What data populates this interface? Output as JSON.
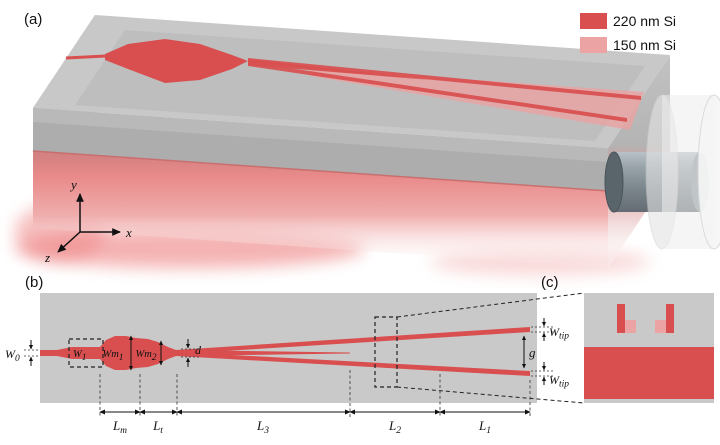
{
  "panels": {
    "a": "(a)",
    "b": "(b)",
    "c": "(c)"
  },
  "legend": {
    "items": [
      {
        "label": "220 nm Si",
        "color": "#d94f4f"
      },
      {
        "label": "150 nm Si",
        "color": "#eba3a3"
      }
    ]
  },
  "axes": {
    "x": "x",
    "y": "y",
    "z": "z"
  },
  "dims": {
    "w0": {
      "main": "W",
      "sub": "0"
    },
    "w1": {
      "main": "W",
      "sub": "1"
    },
    "wm1": {
      "main": "Wm",
      "sub": "1"
    },
    "wm2": {
      "main": "Wm",
      "sub": "2"
    },
    "d": {
      "main": "d"
    },
    "g": {
      "main": "g"
    },
    "wtip_top": {
      "main": "W",
      "sub": "tip"
    },
    "wtip_bottom": {
      "main": "W",
      "sub": "tip"
    },
    "lm": {
      "main": "L",
      "sub": "m"
    },
    "lt": {
      "main": "L",
      "sub": "t"
    },
    "l3": {
      "main": "L",
      "sub": "3"
    },
    "l2": {
      "main": "L",
      "sub": "2"
    },
    "l1": {
      "main": "L",
      "sub": "1"
    }
  }
}
